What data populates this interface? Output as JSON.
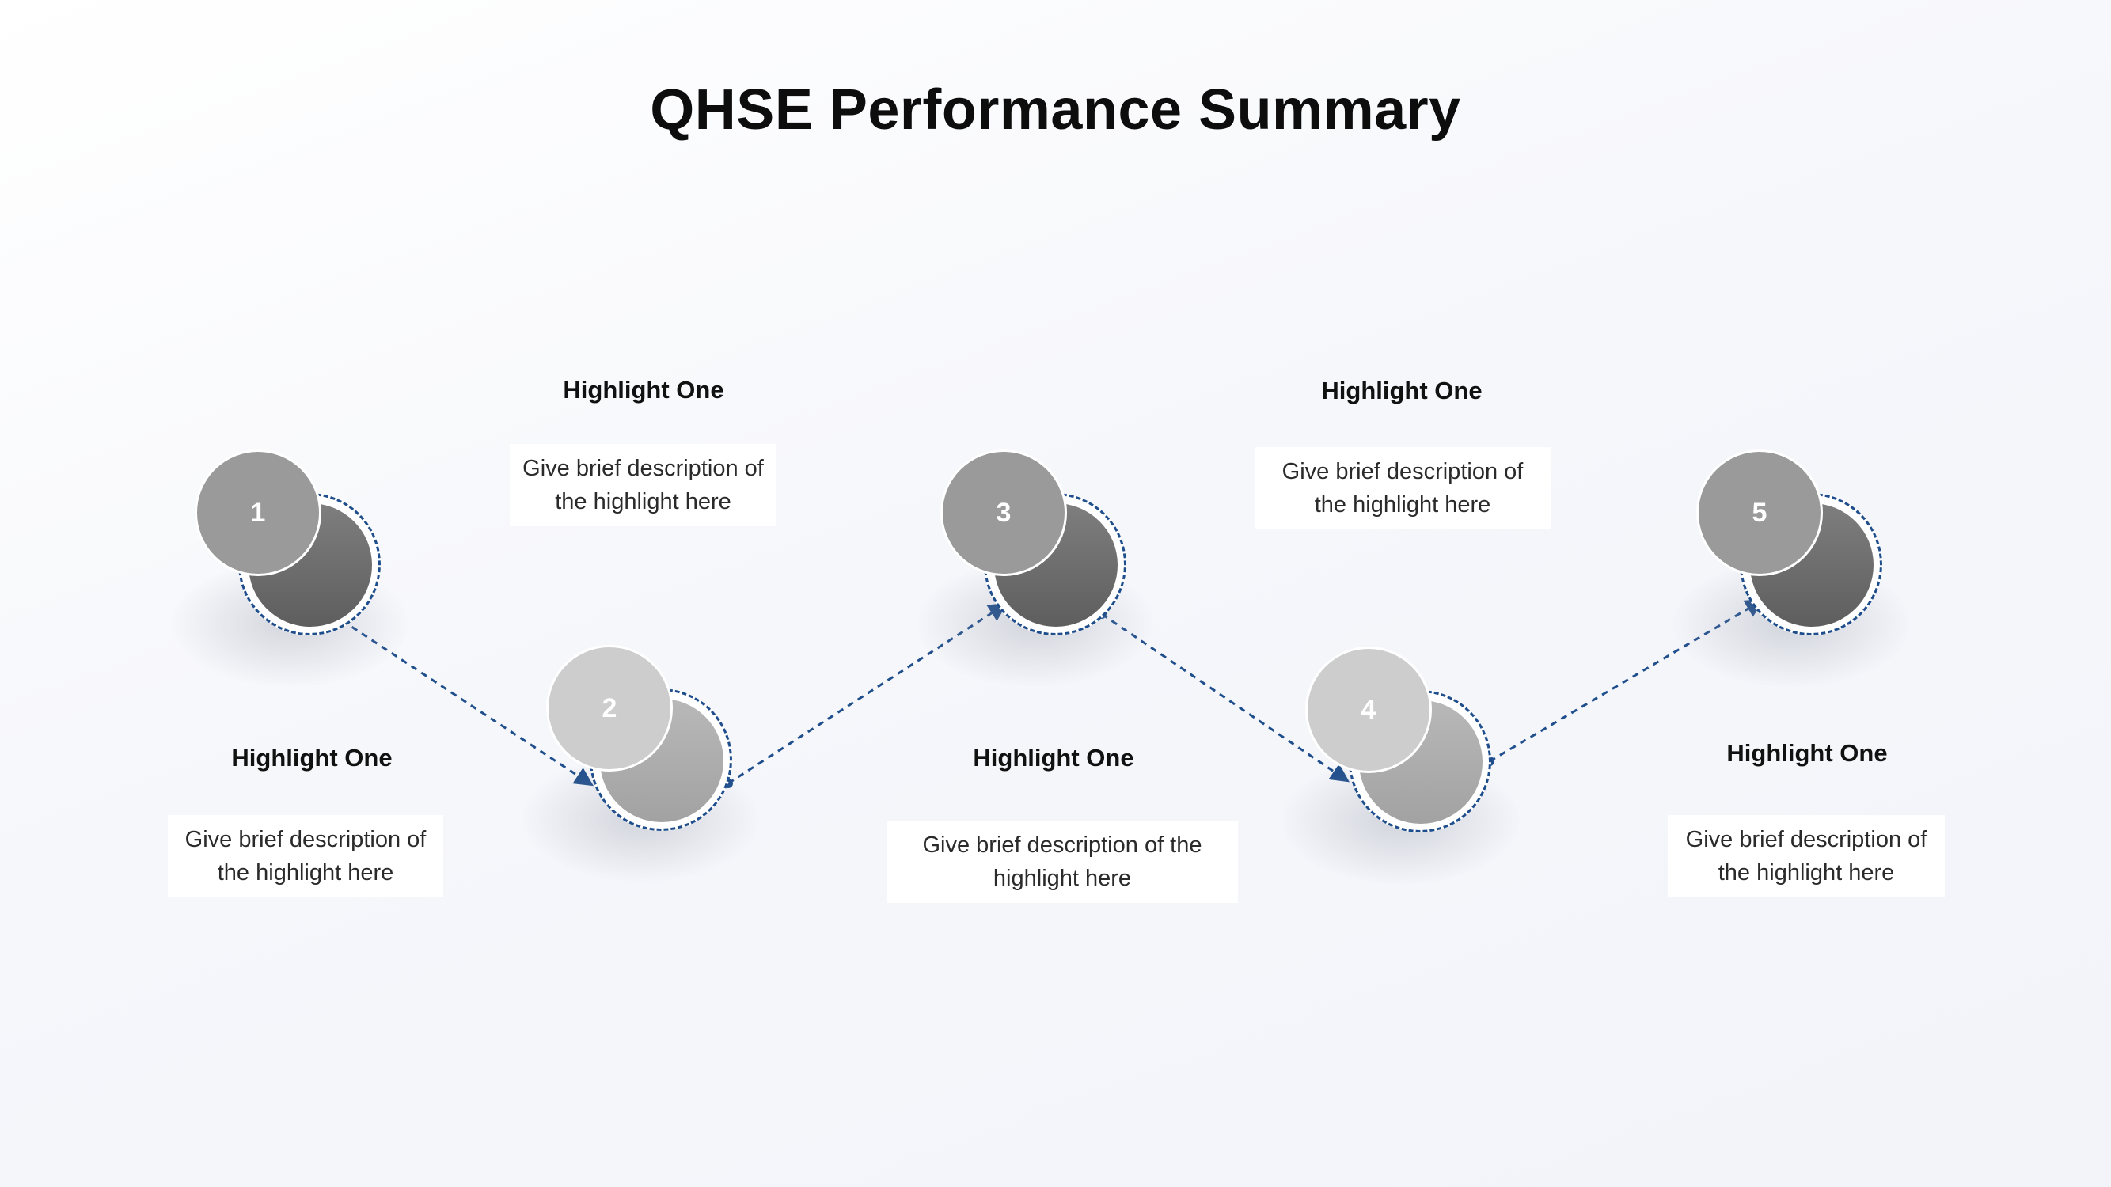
{
  "title": "QHSE Performance Summary",
  "colors": {
    "connector": "#1f4e8c",
    "node_dark": "#9a9a9a",
    "node_light": "#cdcdcd",
    "background": "#f6f7fb"
  },
  "nodes": [
    {
      "number": "1",
      "tone": "dark"
    },
    {
      "number": "2",
      "tone": "light"
    },
    {
      "number": "3",
      "tone": "dark"
    },
    {
      "number": "4",
      "tone": "light"
    },
    {
      "number": "5",
      "tone": "dark"
    }
  ],
  "highlights": [
    {
      "title": "Highlight One",
      "description": "Give brief description of the highlight here"
    },
    {
      "title": "Highlight One",
      "description": "Give brief description of the highlight here"
    },
    {
      "title": "Highlight One",
      "description": "Give brief description of the highlight here"
    },
    {
      "title": "Highlight One",
      "description": "Give brief description of the highlight here"
    },
    {
      "title": "Highlight One",
      "description": "Give brief description of the highlight here"
    }
  ]
}
